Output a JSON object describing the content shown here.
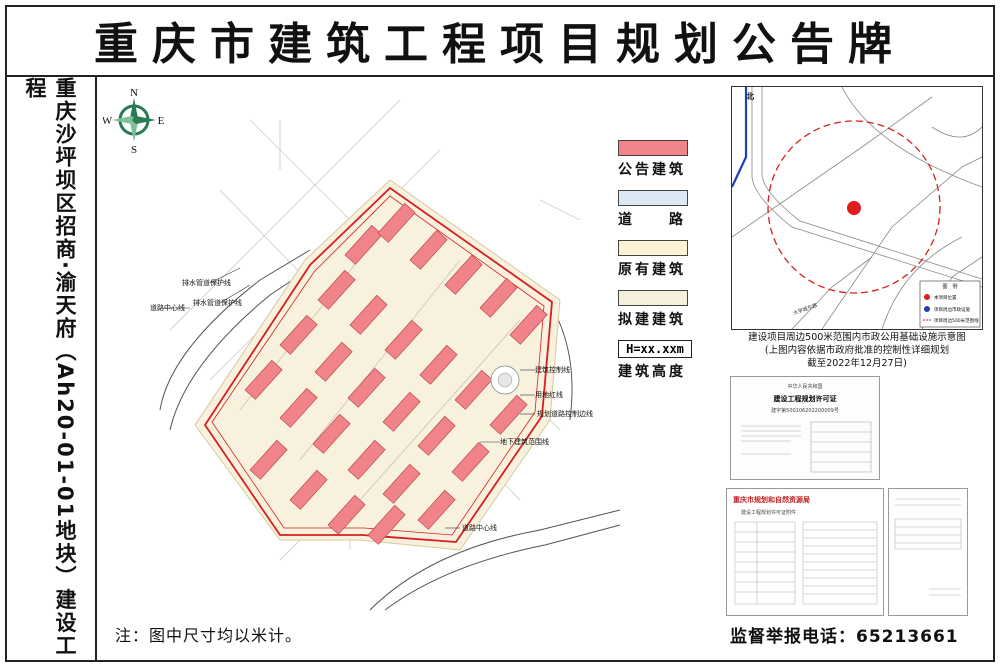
{
  "title": "重庆市建筑工程项目规划公告牌",
  "project_name": "重庆沙坪坝区招商·渝天府（Ah20-01-01地块）建设工程",
  "compass": {
    "n": "N",
    "s": "S",
    "w": "W",
    "e": "E"
  },
  "legend": [
    {
      "label": "公告建筑",
      "color": "#f0848a"
    },
    {
      "label": "道　　路",
      "color": "#dce8f4"
    },
    {
      "label": "原有建筑",
      "color": "#fbf3d2"
    },
    {
      "label": "拟建建筑",
      "color": "#f4f0dc"
    },
    {
      "label": "建筑高度",
      "box": "H=xx.xxm"
    }
  ],
  "plan_labels": {
    "drain1": "排水管道保护线",
    "drain2": "排水管道保护线",
    "road_center_left": "道路中心线",
    "road_center_bottom": "道路中心线",
    "building_control": "建筑控制线",
    "land_red": "用地红线",
    "road_control": "规划道路控制边线",
    "underground": "地下建筑范围线"
  },
  "map": {
    "north": "北",
    "legend_title": "图　例",
    "legend_items": [
      "本项目位置",
      "项目周边市政设施",
      "项目周边500米范围线"
    ],
    "road_label": "大学城东路"
  },
  "map_caption": {
    "line1": "建设项目周边500米范围内市政公用基础设施示意图",
    "line2": "(上图内容依据市政府批准的控制性详细规划",
    "line3": "截至2022年12月27日)"
  },
  "doc1": {
    "header": "中华人民共和国",
    "title": "建设工程规划许可证",
    "number": "建字第500106202200009号"
  },
  "doc2": {
    "header": "重庆市规划和自然资源局",
    "subtitle": "建设工程规划许可证附件"
  },
  "note": "注：图中尺寸均以米计。",
  "phone": "监督举报电话：65213661",
  "colors": {
    "red_line": "#d81e1e",
    "building": "#f0848a",
    "site": "#f7f1de"
  }
}
